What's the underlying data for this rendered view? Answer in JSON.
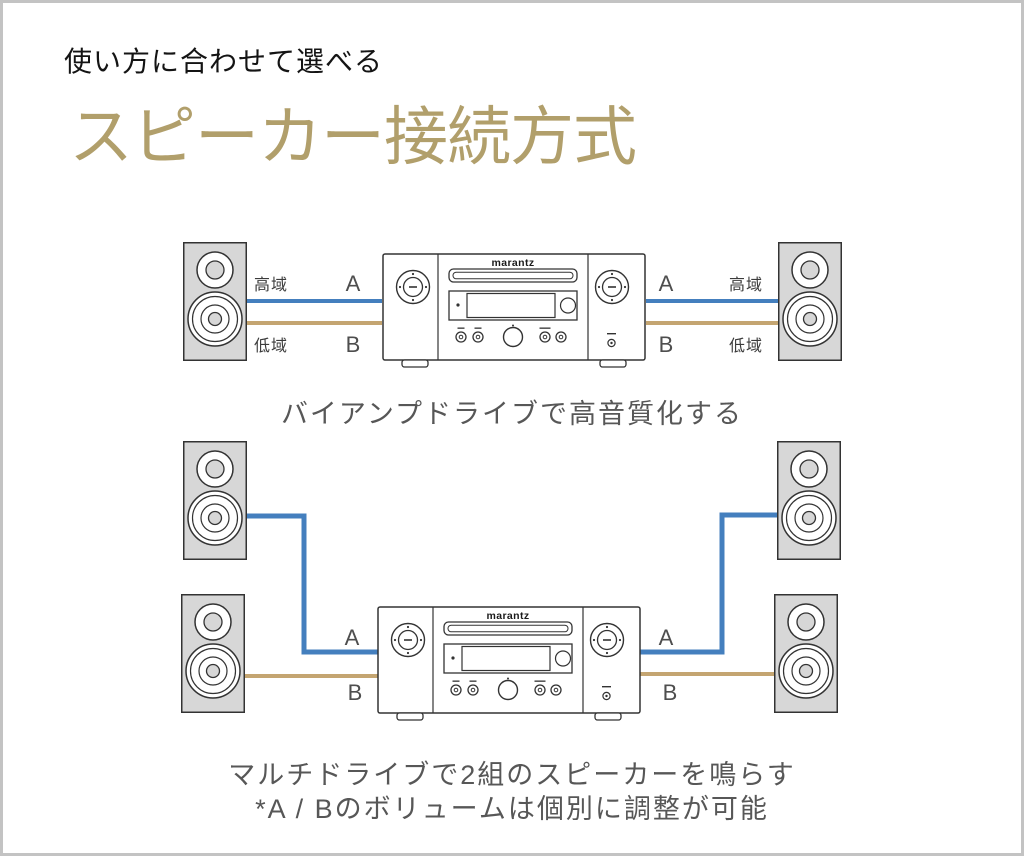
{
  "header": {
    "subtitle": "使い方に合わせて選べる",
    "title": "スピーカー接続方式",
    "title_color": "#b19f6b"
  },
  "brand": {
    "logo": "marantz"
  },
  "colors": {
    "cable_a": "#447fbe",
    "cable_b": "#c4a571",
    "speaker_fill": "#d7d7d7",
    "outline": "#333333"
  },
  "biamp": {
    "left_high_label": "高域",
    "left_low_label": "低域",
    "left_a": "A",
    "left_b": "B",
    "right_a": "A",
    "right_b": "B",
    "right_high_label": "高域",
    "right_low_label": "低域",
    "caption": "バイアンプドライブで高音質化する"
  },
  "multi": {
    "left_a": "A",
    "left_b": "B",
    "right_a": "A",
    "right_b": "B",
    "caption_line1": "マルチドライブで2組のスピーカーを鳴らす",
    "caption_line2": "*A / Bのボリュームは個別に調整が可能"
  }
}
